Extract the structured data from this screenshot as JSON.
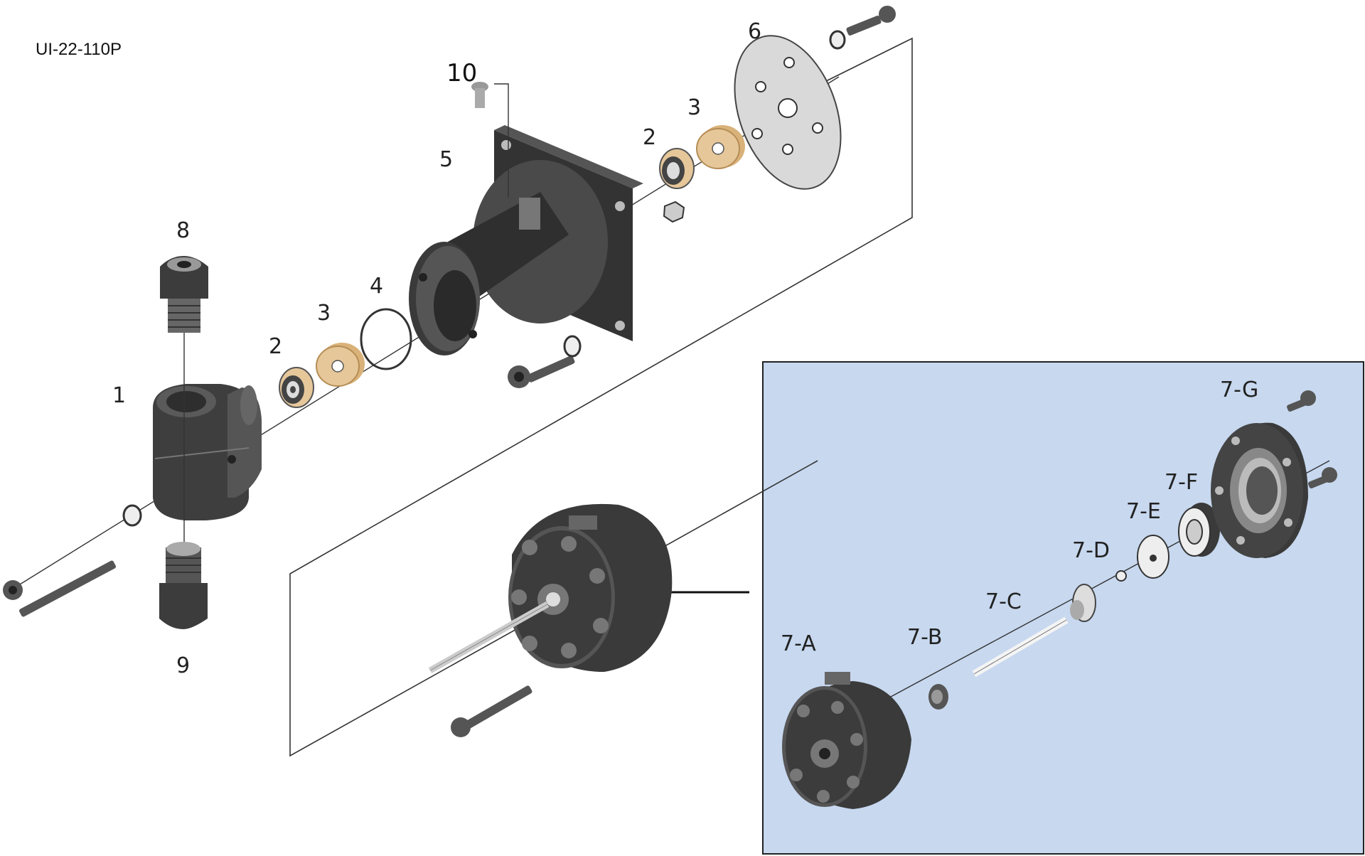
{
  "document": {
    "model_number": "UI-22-110P"
  },
  "labels": {
    "p1": "1",
    "p2a": "2",
    "p3a": "3",
    "p4": "4",
    "p5": "5",
    "p2b": "2",
    "p3b": "3",
    "p6": "6",
    "p8": "8",
    "p9": "9",
    "p10": "10",
    "p7a": "7-A",
    "p7b": "7-B",
    "p7c": "7-C",
    "p7d": "7-D",
    "p7e": "7-E",
    "p7f": "7-F",
    "p7g": "7-G"
  },
  "colors": {
    "part_dark": "#3b3b3b",
    "part_mid": "#5a5a5a",
    "part_light": "#8a8a8a",
    "seal_tan": "#e6c79a",
    "inset_bg": "#c7d8ef",
    "line": "#222222"
  }
}
